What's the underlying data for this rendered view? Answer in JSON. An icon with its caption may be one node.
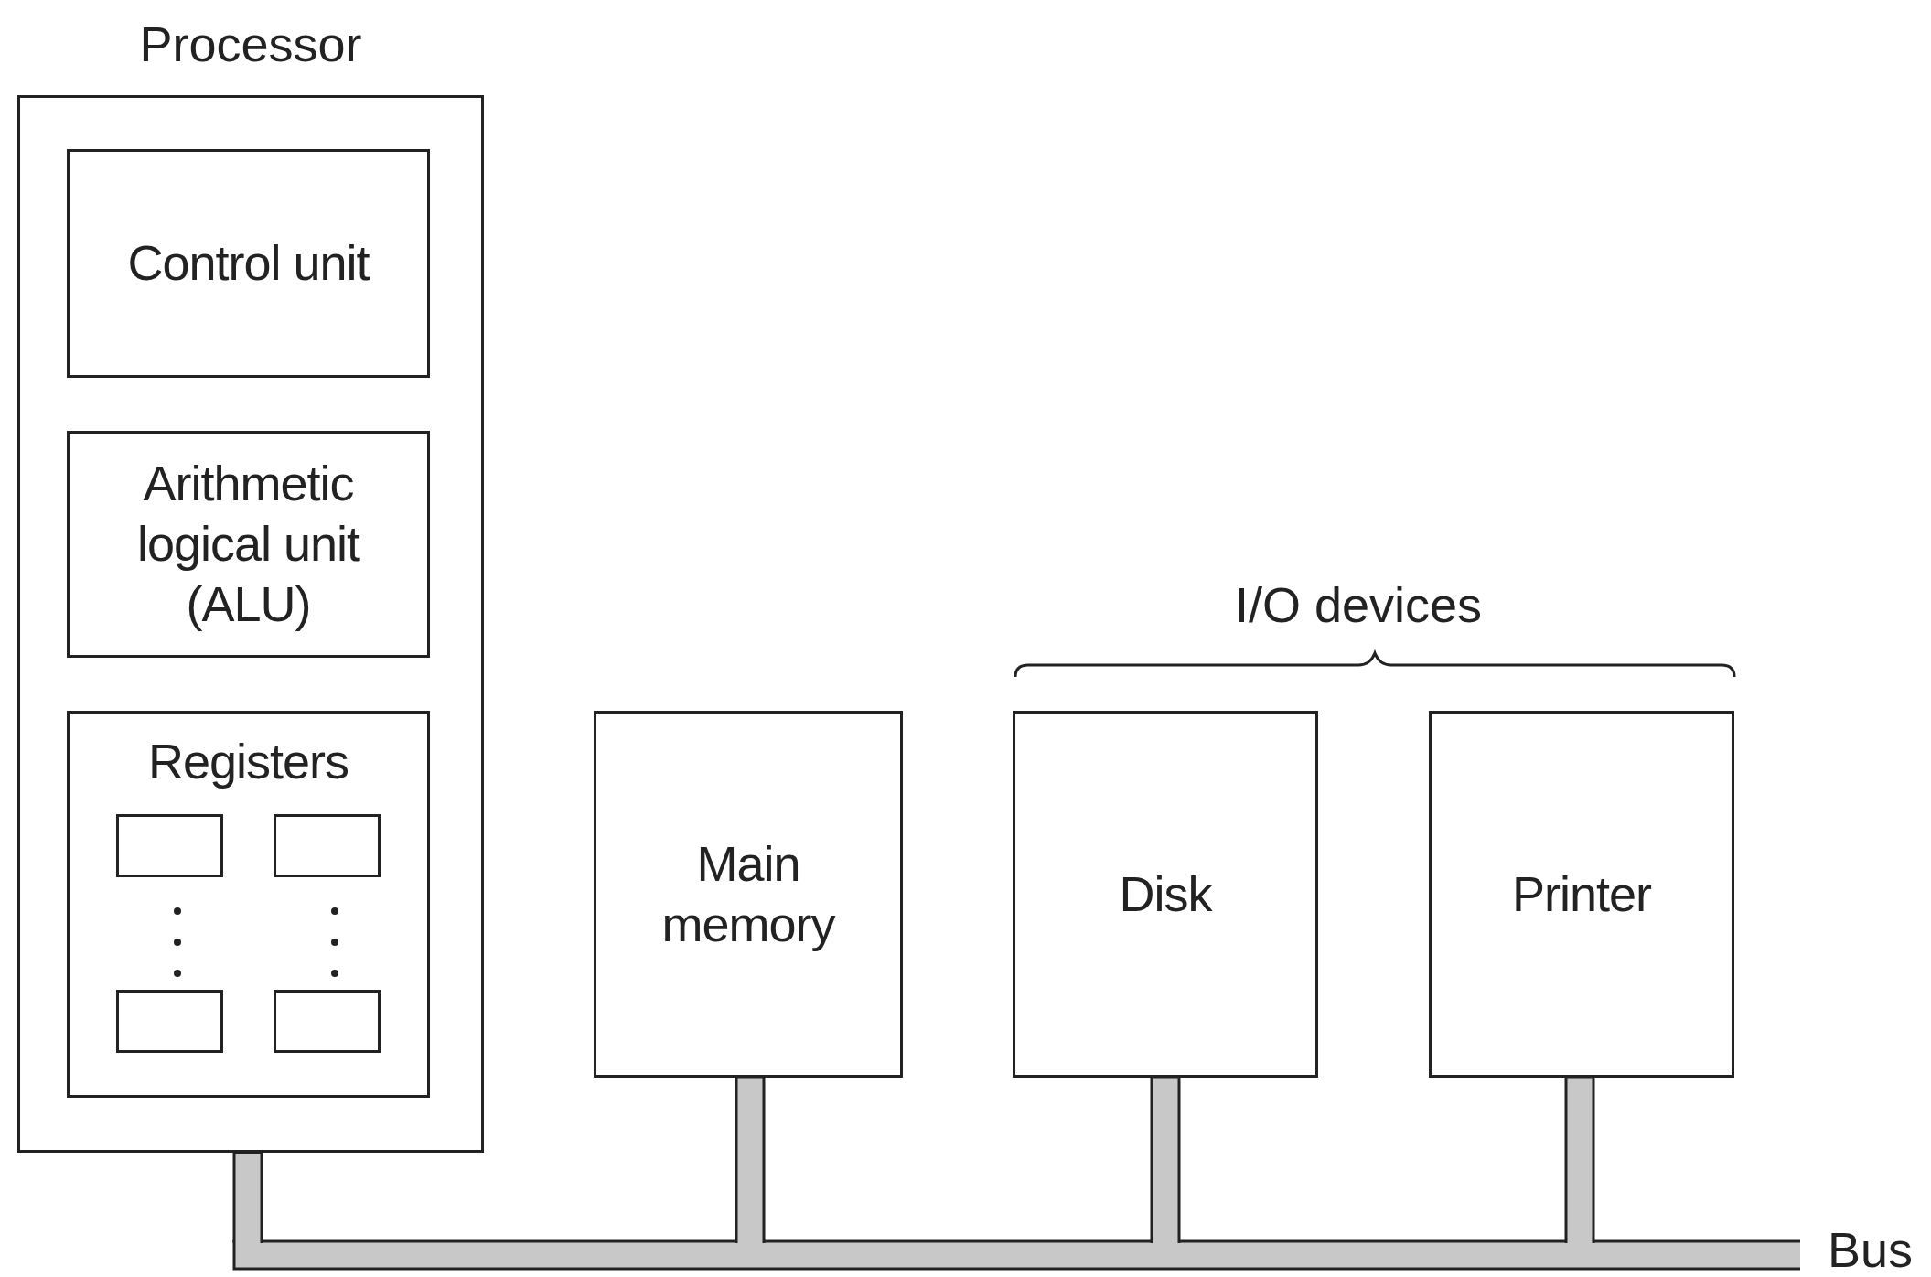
{
  "diagram": {
    "nodes": [
      {
        "text": [
          "Processor"
        ]
      },
      {
        "text": [
          "Control unit"
        ],
        "in": 0
      },
      {
        "text": [
          "Arithmetic logical unit (ALU)"
        ],
        "in": 0
      },
      {
        "text": [
          "Registers"
        ],
        "in": 0
      },
      {
        "text": [],
        "shape": "box",
        "in": 3
      },
      {
        "text": [],
        "shape": "box",
        "in": 3
      },
      {
        "text": [],
        "shape": "box",
        "in": 3
      },
      {
        "text": [],
        "shape": "box",
        "in": 3
      },
      {
        "text": [
          "Main memory"
        ]
      },
      {
        "text": [
          "Disk"
        ]
      },
      {
        "text": [
          "Printer"
        ]
      },
      {
        "text": [],
        "shape": "bar",
        "beside": [
          "Bus"
        ]
      }
    ],
    "edges": [
      {
        "from": 0,
        "to": 11,
        "arrow": "none"
      },
      {
        "from": 8,
        "to": 11,
        "arrow": "none"
      },
      {
        "from": 9,
        "to": 11,
        "arrow": "none"
      },
      {
        "from": 10,
        "to": 11,
        "arrow": "none"
      }
    ],
    "labels": [
      "I/O devices"
    ]
  }
}
